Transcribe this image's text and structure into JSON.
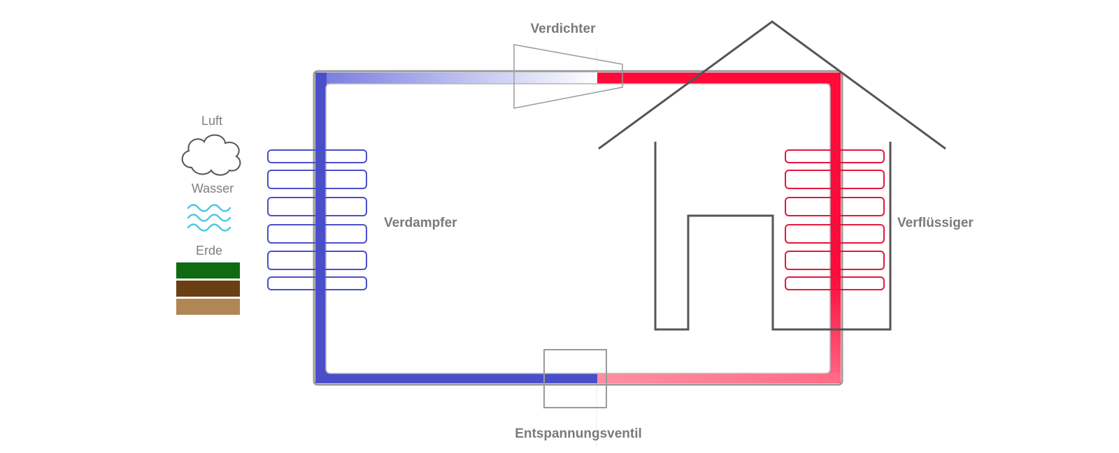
{
  "labels": {
    "compressor": "Verdichter",
    "evaporator": "Verdampfer",
    "condenser": "Verflüssiger",
    "expansion_valve": "Entspannungsventil",
    "air": "Luft",
    "water": "Wasser",
    "earth": "Erde"
  },
  "colors": {
    "cold": "#4a4fc9",
    "hot": "#ff0a3a",
    "outline": "#555555",
    "water": "#4ac8e8",
    "earth_grass": "#0e6b12",
    "earth_soil": "#6a3f14",
    "earth_sand": "#b08655"
  },
  "icons": [
    "cloud-icon",
    "water-waves-icon",
    "earth-layers-icon",
    "house-outline",
    "compressor-shape",
    "valve-box"
  ]
}
